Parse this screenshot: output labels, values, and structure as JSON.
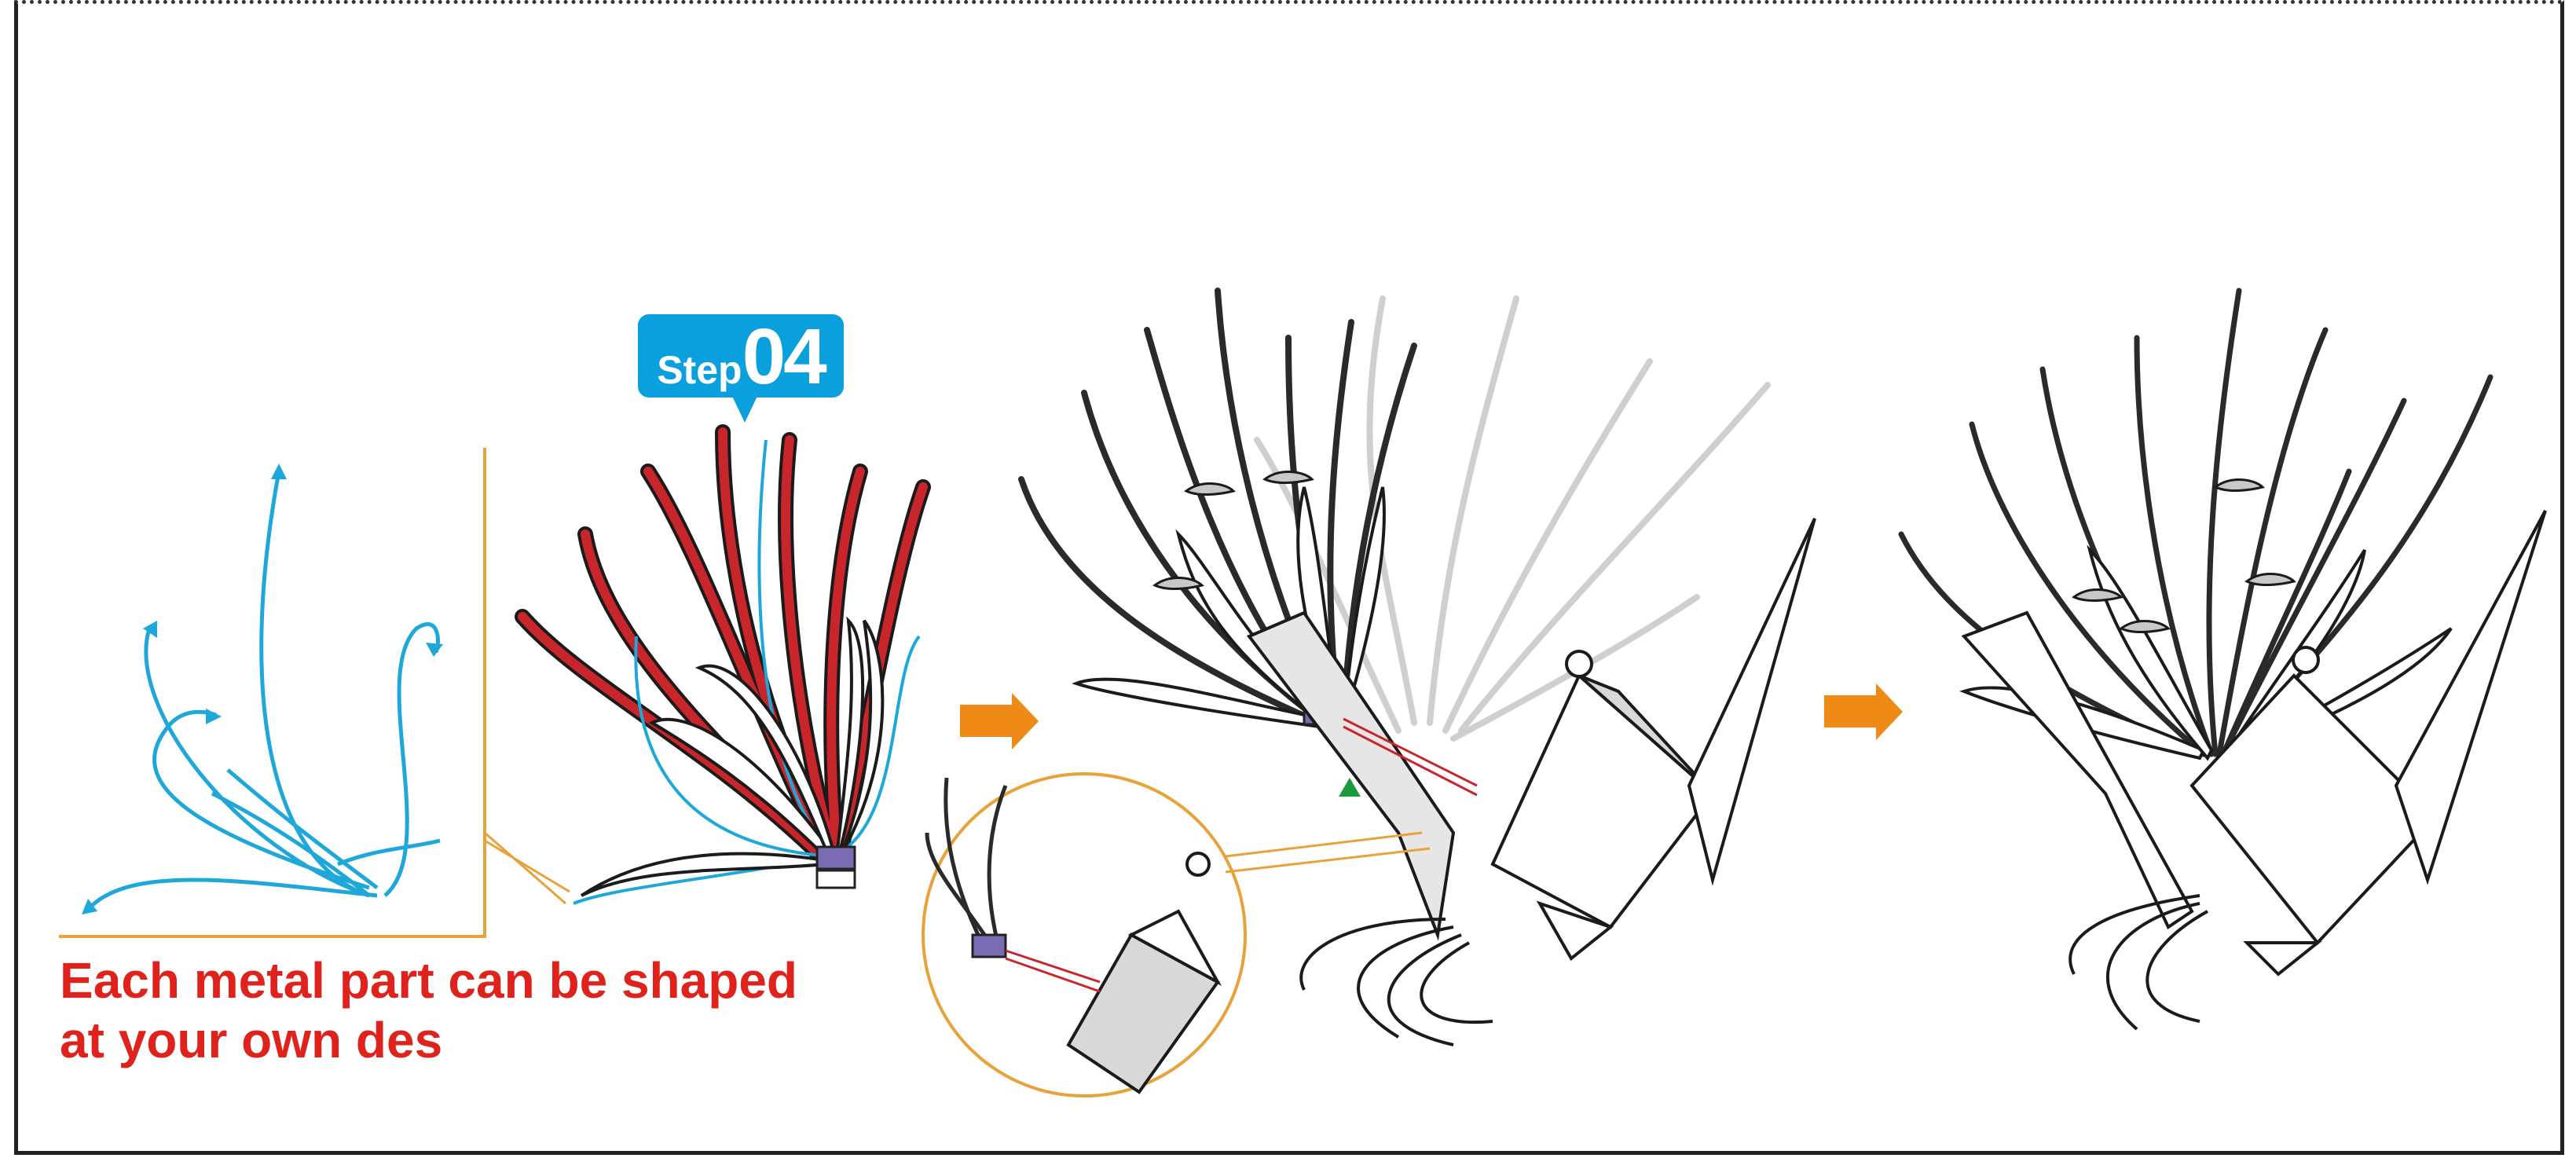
{
  "step": {
    "word": "Step",
    "number": "04"
  },
  "caption": {
    "line1": "Each metal part can be shaped",
    "line2": "at your own des"
  },
  "colors": {
    "badge": "#0aa0dd",
    "caption": "#e0221c",
    "wire": "#1ea7d9",
    "metal_red": "#c8262a",
    "arrow": "#f08a17",
    "callout": "#e8a23a",
    "marker": "#1a9a3c",
    "base": "#7b6bb4"
  },
  "icons": [
    "step-badge",
    "right-arrow-icon",
    "triangle-marker-icon",
    "magnifier-callout"
  ]
}
